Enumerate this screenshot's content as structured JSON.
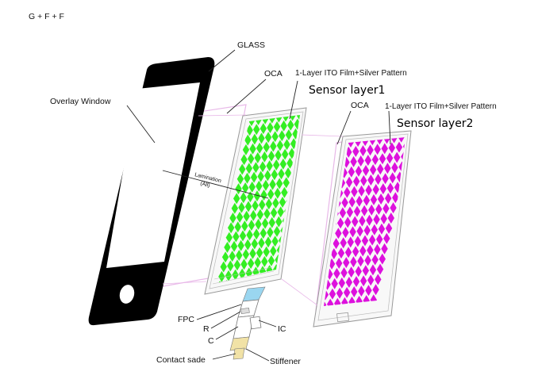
{
  "header": {
    "title": "G + F + F"
  },
  "labels": {
    "glass": "GLASS",
    "oca_1": "OCA",
    "oca_2": "OCA",
    "overlay_window": "Overlay Window",
    "ito_1": "1-Layer  ITO Film+Silver  Pattern",
    "ito_2": "1-Layer  ITO Film+Silver  Pattern",
    "sensor_1": "Sensor layer1",
    "sensor_2": "Sensor layer2",
    "lamination": "Lamination",
    "lamination_sub": "(All)",
    "fpc": "FPC",
    "r": "R",
    "c": "C",
    "ic": "IC",
    "contact": "Contact sade",
    "stiffener": "Stiffener"
  },
  "colors": {
    "sensor_1": "#33ee22",
    "sensor_2": "#dd11dd",
    "glass": "#000000",
    "oca": "#e8b8e8"
  }
}
